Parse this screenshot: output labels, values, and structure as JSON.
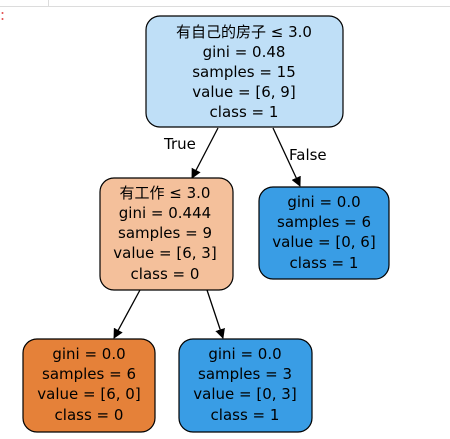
{
  "tree": {
    "colors": {
      "root": "#bfdff7",
      "left": "#f4c09b",
      "right": "#399de5",
      "leaf_left": "#e58139",
      "leaf_right": "#399de5",
      "border": "#000000"
    },
    "nodes": {
      "root": [
        "有自己的房子 ≤ 3.0",
        "gini = 0.48",
        "samples = 15",
        "value = [6, 9]",
        "class = 1"
      ],
      "left": [
        "有工作 ≤ 3.0",
        "gini = 0.444",
        "samples = 9",
        "value = [6, 3]",
        "class = 0"
      ],
      "right": [
        "gini = 0.0",
        "samples = 6",
        "value = [0, 6]",
        "class = 1"
      ],
      "leaf_left": [
        "gini = 0.0",
        "samples = 6",
        "value = [6, 0]",
        "class = 0"
      ],
      "leaf_right": [
        "gini = 0.0",
        "samples = 3",
        "value = [0, 3]",
        "class = 1"
      ]
    },
    "edge_labels": {
      "true": "True",
      "false": "False"
    }
  }
}
